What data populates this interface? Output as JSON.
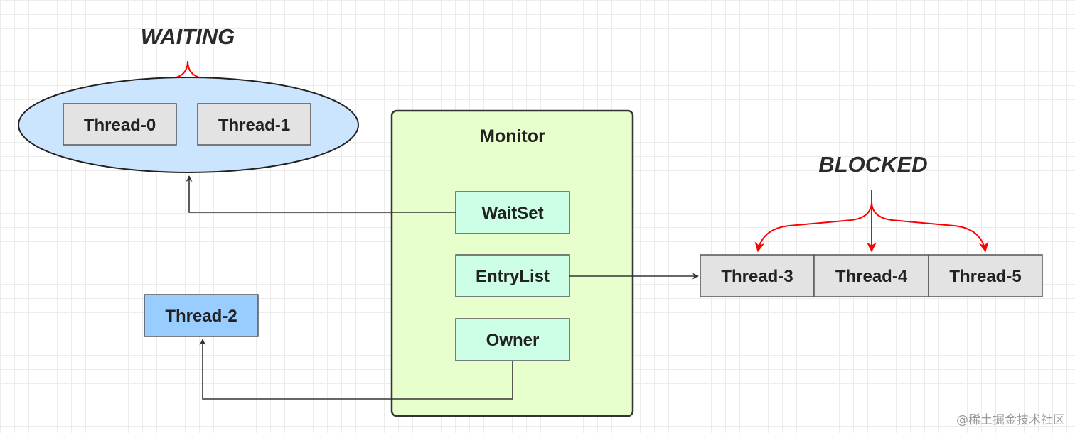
{
  "states": {
    "waiting": "WAITING",
    "blocked": "BLOCKED"
  },
  "monitor": {
    "title": "Monitor",
    "wait_set": "WaitSet",
    "entry_list": "EntryList",
    "owner": "Owner"
  },
  "threads": {
    "t0": "Thread-0",
    "t1": "Thread-1",
    "t2": "Thread-2",
    "t3": "Thread-3",
    "t4": "Thread-4",
    "t5": "Thread-5"
  },
  "watermark": "@稀土掘金技术社区",
  "colors": {
    "waiting_ellipse": "#cce5ff",
    "monitor_fill": "#e6ffcc",
    "monitor_item_fill": "#ccffe6",
    "owner_thread_fill": "#99ccff",
    "thread_box_fill": "#e3e3e3",
    "red_arrow": "#ff0000"
  }
}
